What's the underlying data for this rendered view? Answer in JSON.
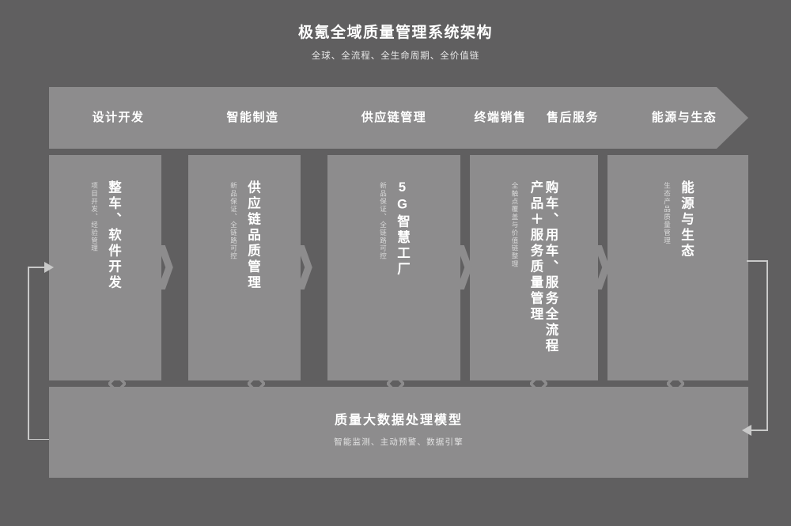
{
  "header": {
    "title": "极氪全域质量管理系统架构",
    "subtitle": "全球、全流程、全生命周期、全价值链"
  },
  "stage_band": {
    "icon": "arrow-band",
    "stages": [
      {
        "label": "设计开发"
      },
      {
        "label": "智能制造"
      },
      {
        "label": "供应链管理"
      },
      {
        "label": "终端销售"
      },
      {
        "label": "售后服务"
      },
      {
        "label": "能源与生态"
      }
    ]
  },
  "columns": [
    {
      "title": "整车、软件开发",
      "subtitle": "项目开发、经验管理"
    },
    {
      "title": "供应链品质管理",
      "subtitle": "新品保证、全链路可控"
    },
    {
      "title": "5G智慧工厂",
      "subtitle": "新品保证、全链路可控"
    },
    {
      "title": "购车、用车、服务全流程",
      "title2": "产品＋服务质量管理",
      "subtitle": "全触点覆盖与价值链整理"
    },
    {
      "title": "能源与生态",
      "subtitle": "生态产品质量管理"
    }
  ],
  "bottom": {
    "title": "质量大数据处理模型",
    "subtitle": "智能监测、主动预警、数据引擎"
  },
  "connectors": {
    "diamond_icon": "diamond-node-icon",
    "notch_icon": "chevron-notch-icon",
    "left_loop_icon": "feedback-arrow-up-right-icon",
    "right_loop_icon": "feedback-arrow-down-left-icon"
  },
  "colors": {
    "background": "#605f60",
    "panel": "#8d8c8d",
    "text_primary": "#ffffff",
    "text_secondary": "#d9d9d9"
  }
}
